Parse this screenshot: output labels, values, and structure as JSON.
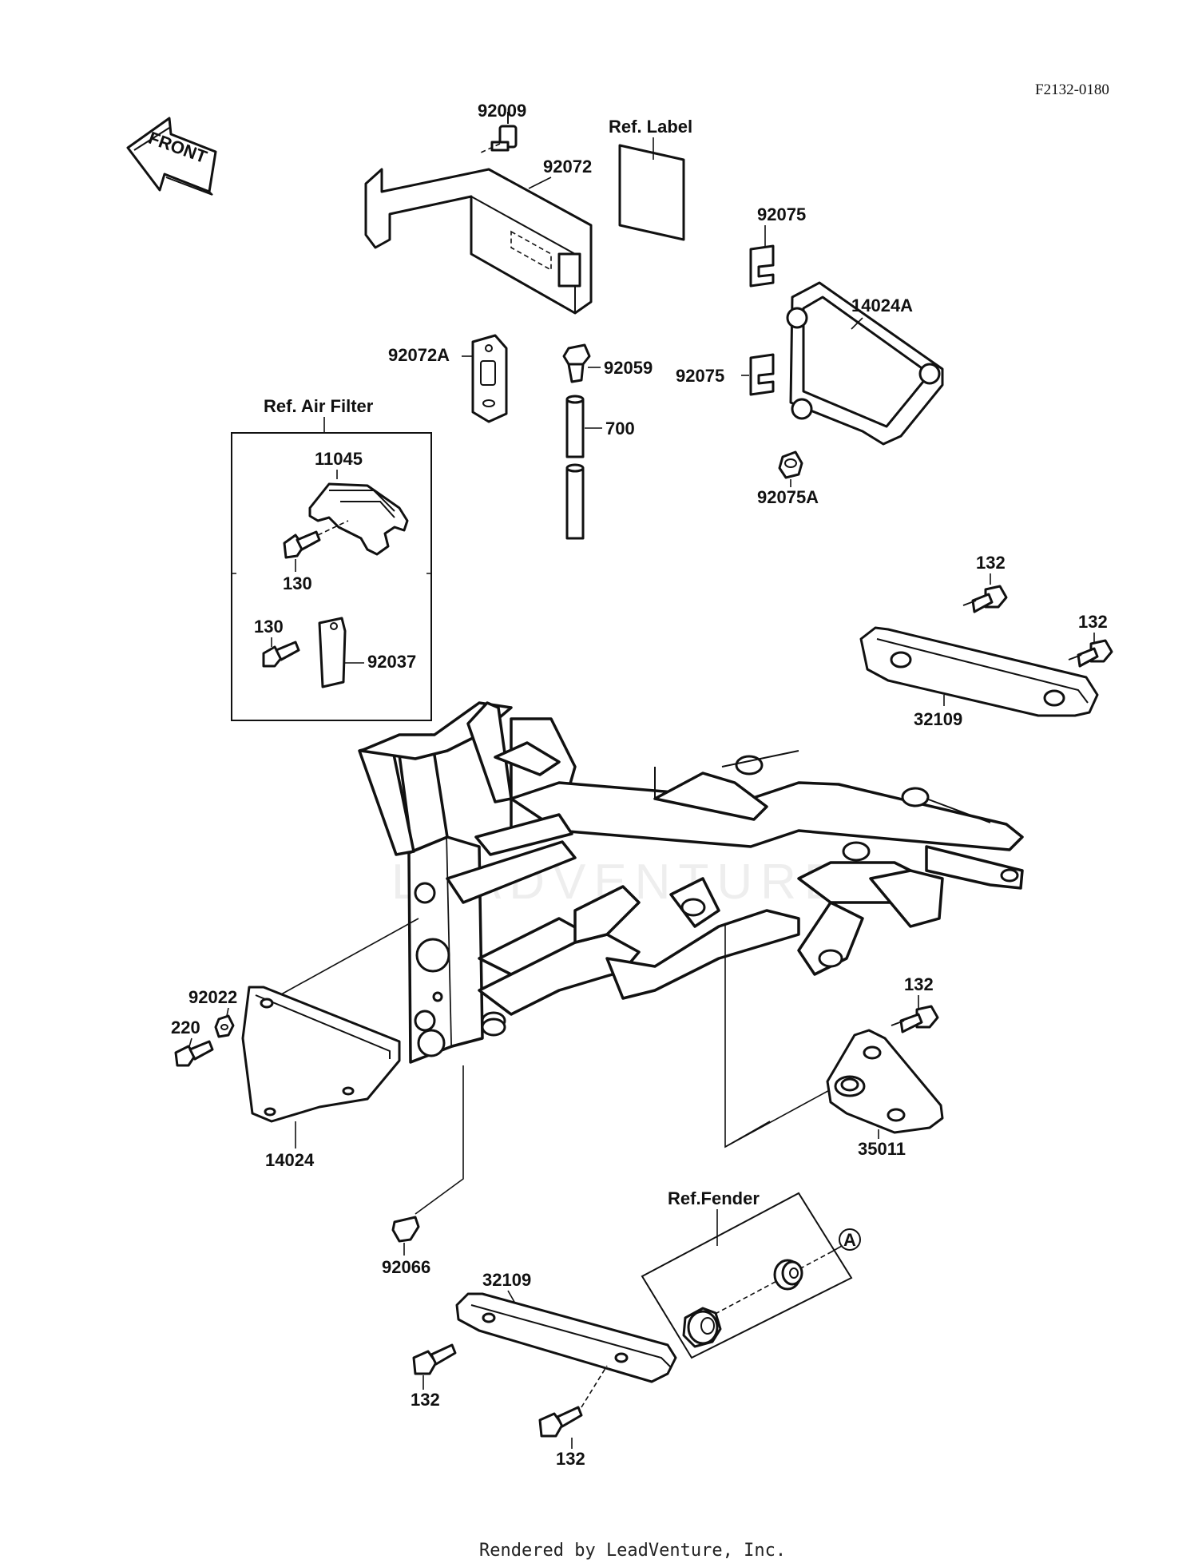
{
  "header": {
    "drawing_code": "F2132-0180"
  },
  "front_arrow": {
    "label": "FRONT"
  },
  "refs": {
    "label": "Ref. Label",
    "air_filter": "Ref. Air Filter",
    "fender": "Ref.Fender"
  },
  "callout": {
    "circle_letter": "A"
  },
  "parts": {
    "p92009": "92009",
    "p92072": "92072",
    "p92075_top": "92075",
    "p14024A": "14024A",
    "p92072A": "92072A",
    "p92059": "92059",
    "p92075_mid": "92075",
    "p700": "700",
    "p92075A": "92075A",
    "p11045": "11045",
    "p130_a": "130",
    "p130_b": "130",
    "p92037": "92037",
    "p132_a": "132",
    "p132_b": "132",
    "p32109_a": "32109",
    "p92022": "92022",
    "p220": "220",
    "p14024": "14024",
    "p132_c": "132",
    "p35011": "35011",
    "p92066": "92066",
    "p32109_b": "32109",
    "p132_d": "132",
    "p132_e": "132"
  },
  "watermark": "LEADVENTURE",
  "footer": {
    "rendered_by": "Rendered by LeadVenture, Inc."
  }
}
